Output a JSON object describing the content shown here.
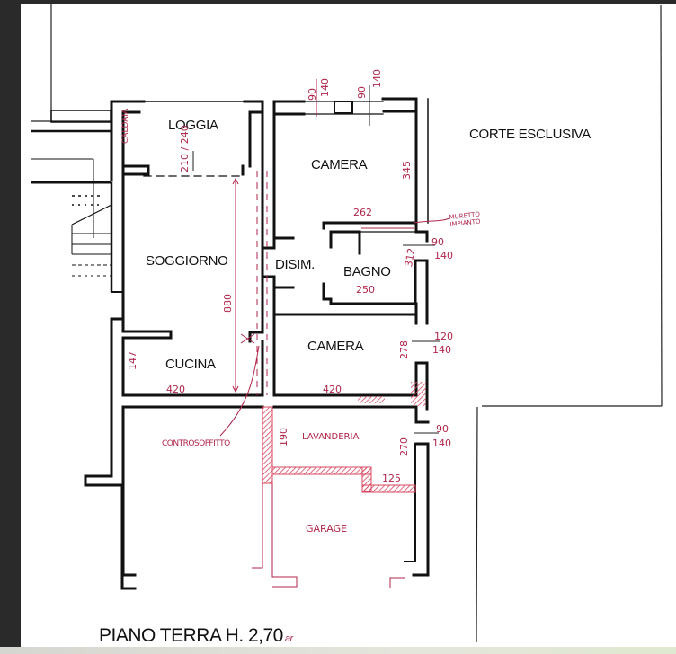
{
  "plan": {
    "title": "PIANO TERRA H. 2,70",
    "title_initials": "ar",
    "colors": {
      "wall": "#111111",
      "annotation": "#b0264a",
      "hatch": "#d9475f",
      "paper": "#ffffff",
      "frame": "#2a2a2a"
    },
    "rooms": [
      {
        "id": "loggia",
        "label": "LOGGIA"
      },
      {
        "id": "camera-1",
        "label": "CAMERA"
      },
      {
        "id": "corte",
        "label": "CORTE ESCLUSIVA"
      },
      {
        "id": "soggiorno",
        "label": "SOGGIORNO"
      },
      {
        "id": "disim",
        "label": "DISIM."
      },
      {
        "id": "bagno",
        "label": "BAGNO"
      },
      {
        "id": "camera-2",
        "label": "CAMERA"
      },
      {
        "id": "cucina",
        "label": "CUCINA"
      }
    ],
    "annotations": {
      "caldaia": "CALDAIA",
      "loggia_door": "210 / 240",
      "camera1_window_a_top": "90",
      "camera1_window_a_bottom": "140",
      "camera1_window_b_top": "90",
      "camera1_window_b_bottom": "140",
      "camera1_height": "345",
      "bagno_width_top": "262",
      "muretto": "MURETTO IMPIANTO",
      "bagno_window_top": "90",
      "bagno_window_bottom": "140",
      "bagno_depth": "312",
      "bagno_width_bottom": "250",
      "soggiorno_length": "880",
      "camera2_window_top": "120",
      "camera2_window_bottom": "140",
      "camera2_depth": "278",
      "camera2_width": "420",
      "cucina_depth": "147",
      "cucina_width": "420",
      "controsoffitto": "CONTROSOFFITTO",
      "lavanderia": "LAVANDERIA",
      "lavanderia_depth": "190",
      "lavanderia_window_top": "90",
      "lavanderia_window_bottom": "140",
      "lavanderia_side": "270",
      "lavanderia_step": "125",
      "garage": "GARAGE"
    }
  }
}
